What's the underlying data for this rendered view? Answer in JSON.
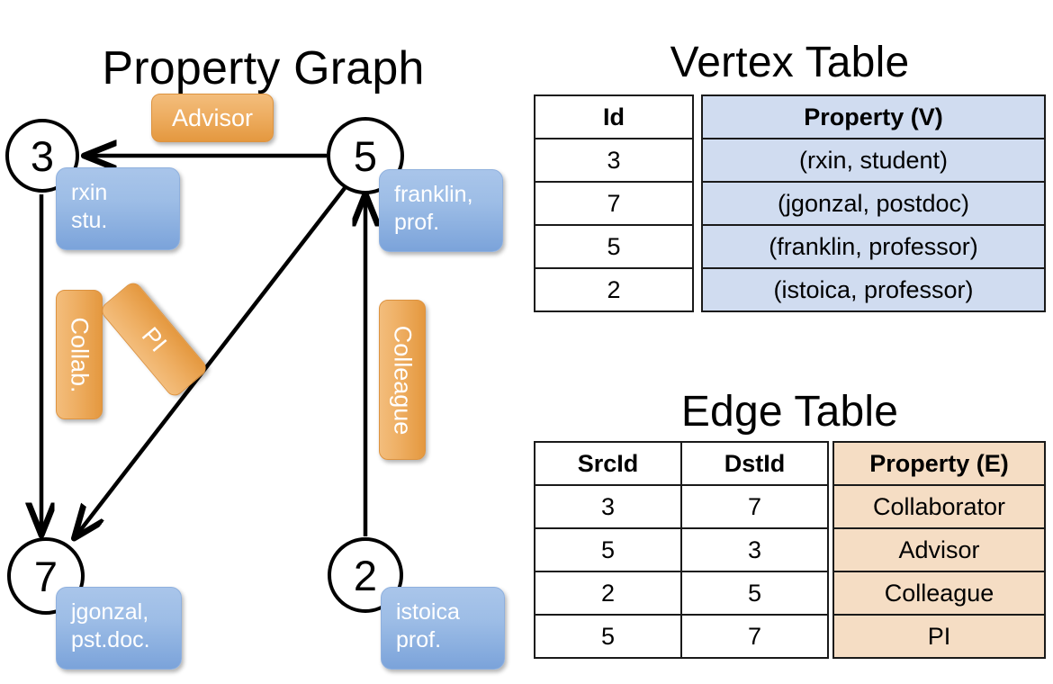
{
  "titles": {
    "property_graph": "Property Graph",
    "vertex_table": "Vertex Table",
    "edge_table": "Edge Table"
  },
  "graph": {
    "nodes": [
      {
        "id": "3",
        "property": "rxin\nstu."
      },
      {
        "id": "5",
        "property": "franklin,\nprof."
      },
      {
        "id": "7",
        "property": "jgonzal,\npst.doc."
      },
      {
        "id": "2",
        "property": "istoica\nprof."
      }
    ],
    "edge_labels": {
      "advisor": "Advisor",
      "collab": "Collab.",
      "pi": "PI",
      "colleague": "Colleague"
    }
  },
  "vertex_table": {
    "headers": {
      "id": "Id",
      "property": "Property (V)"
    },
    "rows": [
      {
        "id": "3",
        "property": "(rxin, student)"
      },
      {
        "id": "7",
        "property": "(jgonzal, postdoc)"
      },
      {
        "id": "5",
        "property": "(franklin, professor)"
      },
      {
        "id": "2",
        "property": "(istoica, professor)"
      }
    ]
  },
  "edge_table": {
    "headers": {
      "src": "SrcId",
      "dst": "DstId",
      "property": "Property (E)"
    },
    "rows": [
      {
        "src": "3",
        "dst": "7",
        "property": "Collaborator"
      },
      {
        "src": "5",
        "dst": "3",
        "property": "Advisor"
      },
      {
        "src": "2",
        "dst": "5",
        "property": "Colleague"
      },
      {
        "src": "5",
        "dst": "7",
        "property": "PI"
      }
    ]
  },
  "colors": {
    "vertex_property_fill": "#d0dcf0",
    "edge_property_fill": "#f5ddc4",
    "node_property_box": "#9dbde6",
    "edge_label_box": "#eeae62",
    "stroke": "#000000",
    "background": "#ffffff"
  }
}
